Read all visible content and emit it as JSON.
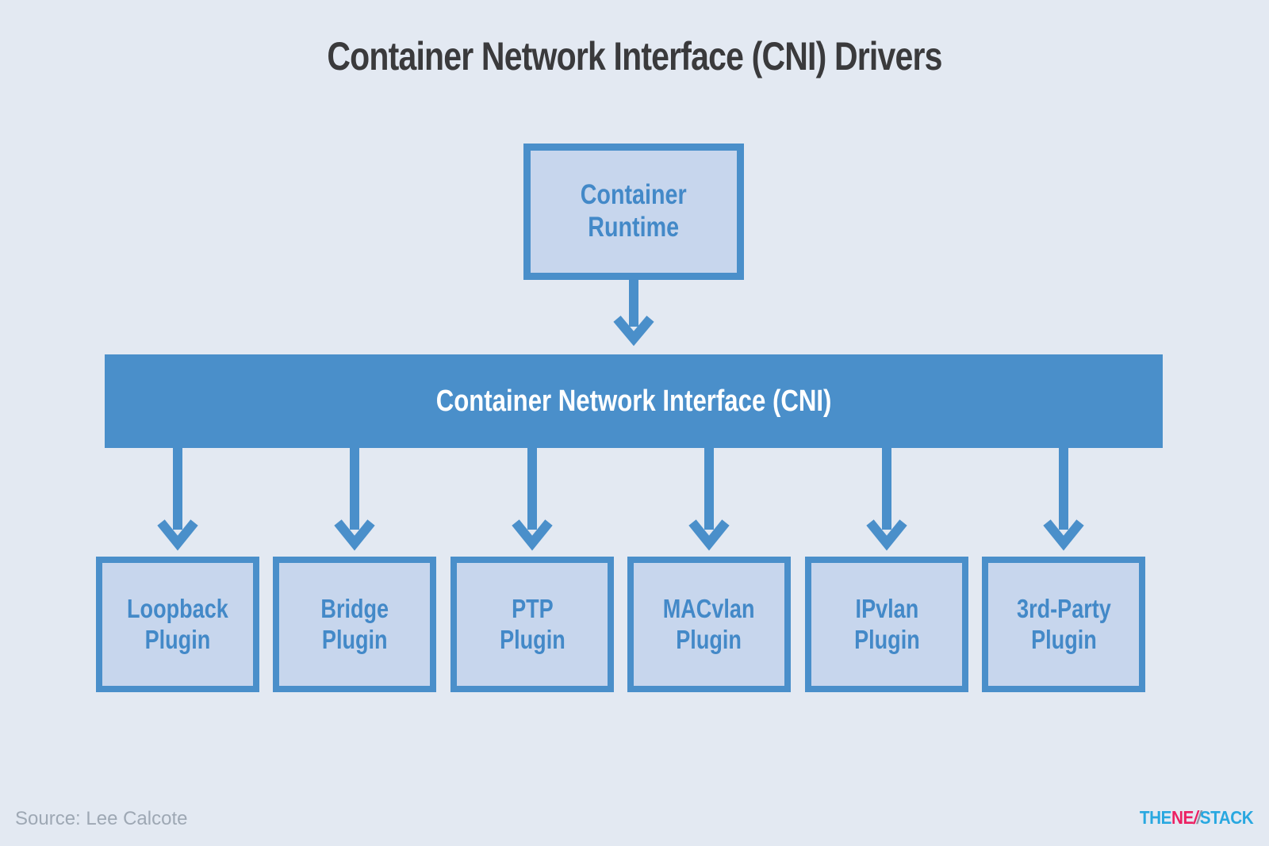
{
  "title": "Container Network Interface (CNI) Drivers",
  "runtime_box": {
    "line1": "Container",
    "line2": "Runtime"
  },
  "cni_bar": {
    "label": "Container Network Interface (CNI)"
  },
  "plugins": [
    {
      "line1": "Loopback",
      "line2": "Plugin"
    },
    {
      "line1": "Bridge",
      "line2": "Plugin"
    },
    {
      "line1": "PTP",
      "line2": "Plugin"
    },
    {
      "line1": "MACvlan",
      "line2": "Plugin"
    },
    {
      "line1": "IPvlan",
      "line2": "Plugin"
    },
    {
      "line1": "3rd-Party",
      "line2": "Plugin"
    }
  ],
  "footer": {
    "source": "Source: Lee Calcote",
    "logo": {
      "part1": "THE",
      "part2": "NE",
      "slash1": "/",
      "slash2": "/",
      "part3": "STACK"
    }
  },
  "colors": {
    "background": "#e3e9f2",
    "accent_blue": "#4a8fca",
    "box_fill": "#c7d6ed",
    "box_text": "#4389c8",
    "bar_text": "#ffffff",
    "title_text": "#3a3a3c",
    "source_text": "#9ea8b4",
    "logo_blue": "#29a8e0",
    "logo_pink": "#ec2163",
    "logo_gray": "#9097a5"
  }
}
